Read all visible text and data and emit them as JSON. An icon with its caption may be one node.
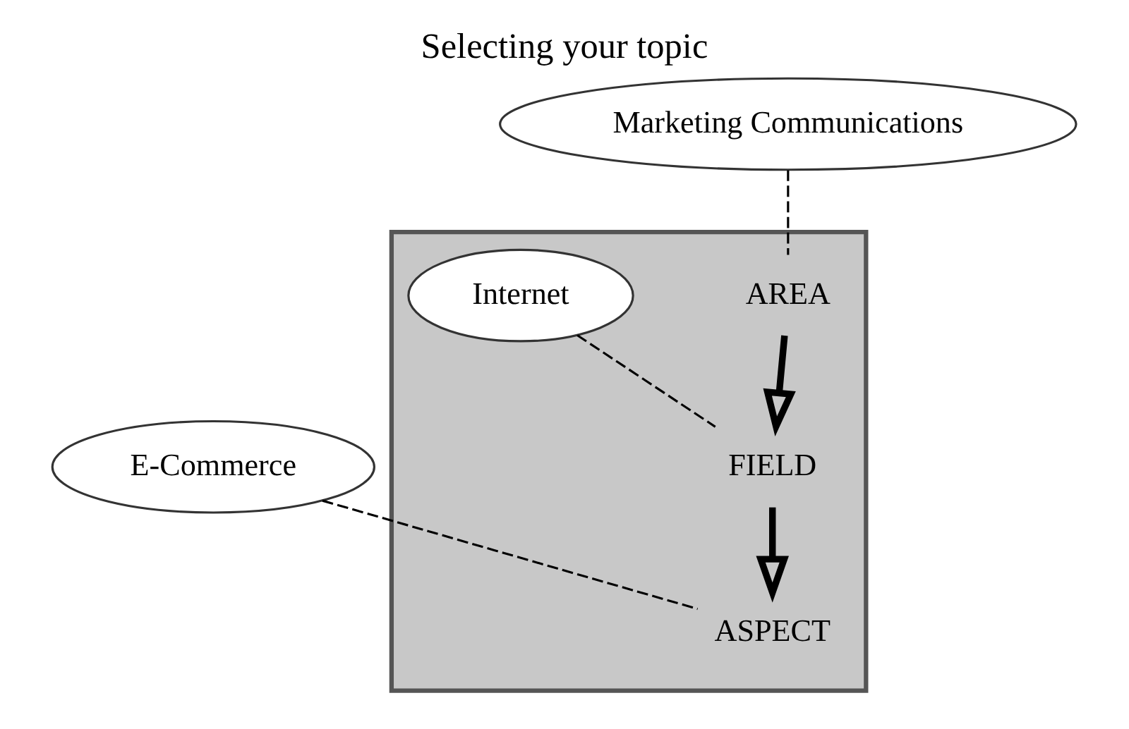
{
  "diagram": {
    "title": "Selecting your topic",
    "nodes": [
      {
        "text": [],
        "shape": "triangle"
      },
      {
        "text": [
          "AREA"
        ],
        "in": 0
      },
      {
        "text": [
          "Marketing Communications"
        ]
      },
      {
        "text": [
          "Internet"
        ],
        "in": 0
      },
      {
        "text": [
          "FIELD"
        ],
        "in": 0
      },
      {
        "text": [
          "E-Commerce"
        ]
      },
      {
        "text": [
          "ASPECT"
        ],
        "in": 0
      }
    ],
    "edges": [
      {
        "from": 1,
        "to": 4,
        "arrow": "to",
        "style": "thick"
      },
      {
        "from": 4,
        "to": 6,
        "arrow": "to",
        "style": "thick"
      },
      {
        "from": 2,
        "to": 1,
        "arrow": "none",
        "style": "dashed"
      },
      {
        "from": 3,
        "to": 4,
        "arrow": "none",
        "style": "dashed"
      },
      {
        "from": 5,
        "to": 6,
        "arrow": "none",
        "style": "dashed"
      }
    ]
  }
}
